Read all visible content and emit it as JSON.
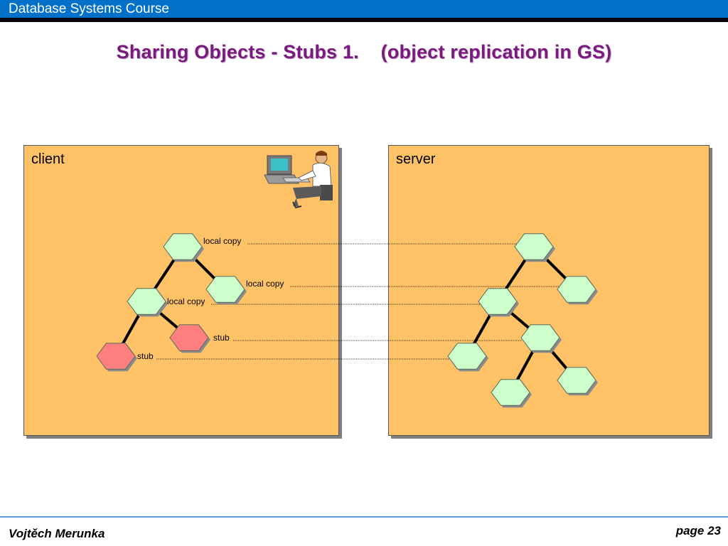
{
  "header": {
    "course": "Database Systems Course"
  },
  "slide": {
    "title": "Sharing Objects - Stubs 1.    (object replication in GS)"
  },
  "client": {
    "label": "client",
    "nodes": [
      {
        "id": "c_root",
        "kind": "local",
        "label": "local copy"
      },
      {
        "id": "c_right",
        "kind": "local",
        "label": "local copy"
      },
      {
        "id": "c_mid",
        "kind": "local",
        "label": "local copy"
      },
      {
        "id": "c_stub1",
        "kind": "stub",
        "label": "stub"
      },
      {
        "id": "c_stub2",
        "kind": "stub",
        "label": "stub"
      }
    ]
  },
  "server": {
    "label": "server",
    "nodes": [
      {
        "id": "s_root",
        "kind": "local"
      },
      {
        "id": "s_right",
        "kind": "local"
      },
      {
        "id": "s_mid",
        "kind": "local"
      },
      {
        "id": "s_midR",
        "kind": "local"
      },
      {
        "id": "s_leftLeaf",
        "kind": "local"
      },
      {
        "id": "s_leaf1",
        "kind": "local"
      },
      {
        "id": "s_leaf2",
        "kind": "local"
      }
    ]
  },
  "colors": {
    "panel": "#ffc266",
    "local_node": "#ccffcc",
    "stub_node": "#ff7f7f",
    "title": "#7a1a7e",
    "header_bar": "#0070c8"
  },
  "icons": {
    "user": "user-at-computer-icon"
  },
  "footer": {
    "author": "Vojtěch Merunka",
    "page": "page 23"
  }
}
